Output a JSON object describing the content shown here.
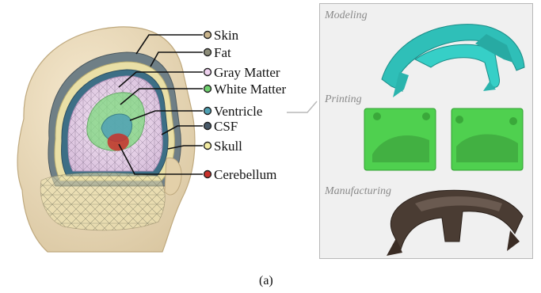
{
  "figure": {
    "caption": "(a)"
  },
  "legend": {
    "items": [
      {
        "label": "Skin",
        "color": "#c9b48c"
      },
      {
        "label": "Fat",
        "color": "#8e8e7a"
      },
      {
        "label": "Gray Matter",
        "color": "#efd2ef"
      },
      {
        "label": "White Matter",
        "color": "#6fd16f"
      },
      {
        "label": "Ventricle",
        "color": "#4fa1b4"
      },
      {
        "label": "CSF",
        "color": "#485a6a"
      },
      {
        "label": "Skull",
        "color": "#f3eca2"
      },
      {
        "label": "Cerebellum",
        "color": "#c8302a"
      }
    ]
  },
  "process_panel": {
    "stages": [
      {
        "label": "Modeling"
      },
      {
        "label": "Printing"
      },
      {
        "label": "Manufacturing"
      }
    ]
  }
}
